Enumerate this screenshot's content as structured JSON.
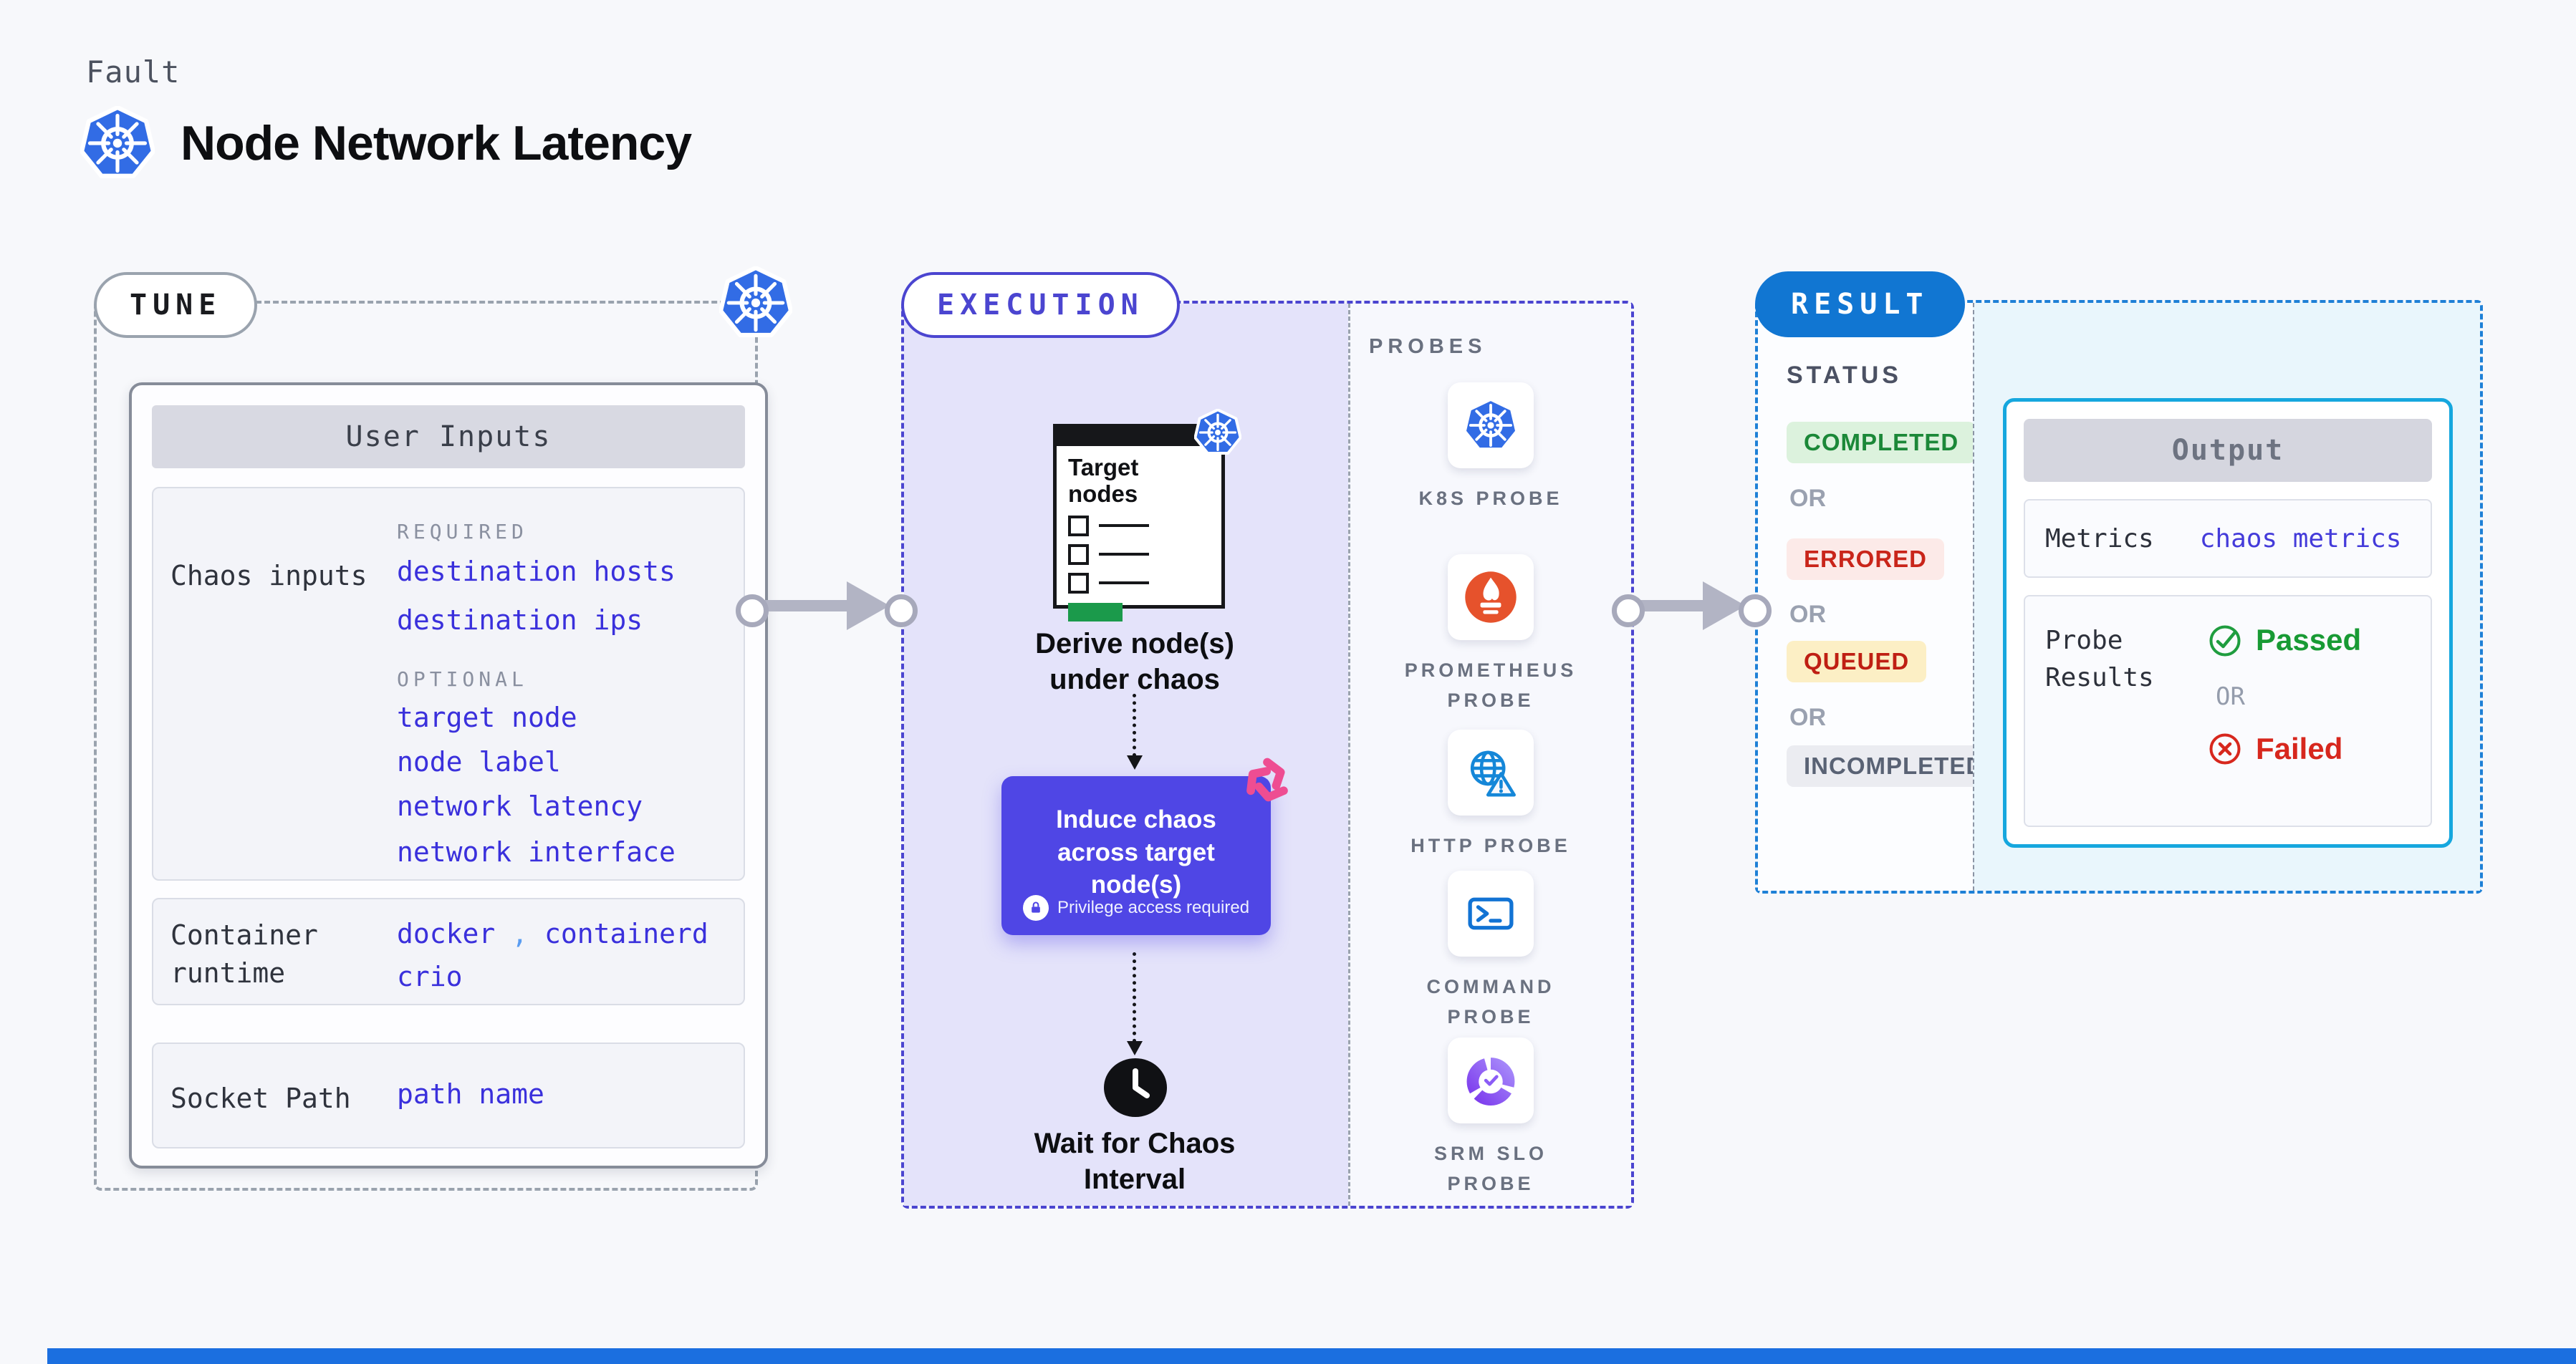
{
  "header": {
    "eyebrow": "Fault",
    "title": "Node Network Latency",
    "icon": "kubernetes-icon"
  },
  "tune": {
    "pill": "TUNE",
    "card_title": "User Inputs",
    "chaos_label": "Chaos inputs",
    "required_heading": "REQUIRED",
    "required_items": [
      "destination hosts",
      "destination ips"
    ],
    "optional_heading": "OPTIONAL",
    "optional_items": [
      "target node",
      "node label",
      "network latency",
      "network interface"
    ],
    "runtime_label": "Container runtime",
    "runtime_values": [
      "docker",
      "containerd",
      "crio"
    ],
    "runtime_separator": ",",
    "socket_label": "Socket Path",
    "socket_value": "path name"
  },
  "execution": {
    "pill": "EXECUTION",
    "target_card_title": "Target nodes",
    "derive_caption": "Derive node(s) under chaos",
    "induce_title": "Induce chaos across target node(s)",
    "induce_badge": "Privilege access required",
    "induce_badge_icon": "lock-icon",
    "wait_caption": "Wait for Chaos Interval",
    "wait_icon": "clock-icon",
    "chaos_brand_icon": "litmus-chaos-icon",
    "probes_heading": "PROBES",
    "probes": [
      {
        "name": "K8S PROBE",
        "icon": "kubernetes-icon"
      },
      {
        "name": "PROMETHEUS PROBE",
        "icon": "prometheus-icon"
      },
      {
        "name": "HTTP PROBE",
        "icon": "http-globe-icon"
      },
      {
        "name": "COMMAND PROBE",
        "icon": "terminal-icon"
      },
      {
        "name": "SRM SLO PROBE",
        "icon": "slo-gauge-icon"
      }
    ]
  },
  "result": {
    "pill": "RESULT",
    "status_heading": "STATUS",
    "or_label": "OR",
    "statuses": [
      "COMPLETED",
      "ERRORED",
      "QUEUED",
      "INCOMPLETED"
    ],
    "output": {
      "title": "Output",
      "metrics_label": "Metrics",
      "metrics_value": "chaos metrics",
      "probe_results_label": "Probe Results",
      "passed_label": "Passed",
      "failed_label": "Failed",
      "passed_icon": "check-circle-icon",
      "failed_icon": "x-circle-icon"
    }
  },
  "colors": {
    "kubernetes_blue": "#326ce5",
    "execution_indigo": "#4b45d0",
    "induce_card_indigo": "#4f46e5",
    "value_blue": "#3a30dc",
    "result_pill_blue": "#1176d2",
    "output_border_cyan": "#16a7de",
    "completed_green": "#1b8838",
    "completed_bg": "#dcf2dd",
    "errored_red": "#c9251a",
    "errored_bg": "#fceae8",
    "queued_red": "#bf1f13",
    "queued_bg": "#fcefc5",
    "incompleted_gray": "#596274",
    "incompleted_bg": "#ebecf1",
    "passed_green": "#189a34",
    "failed_red": "#d7271d",
    "prometheus_orange": "#e6522c",
    "litmus_pink": "#ee4d92",
    "lavender_bg": "#e4e3fa",
    "output_area_blue": "#e9f6fc"
  }
}
